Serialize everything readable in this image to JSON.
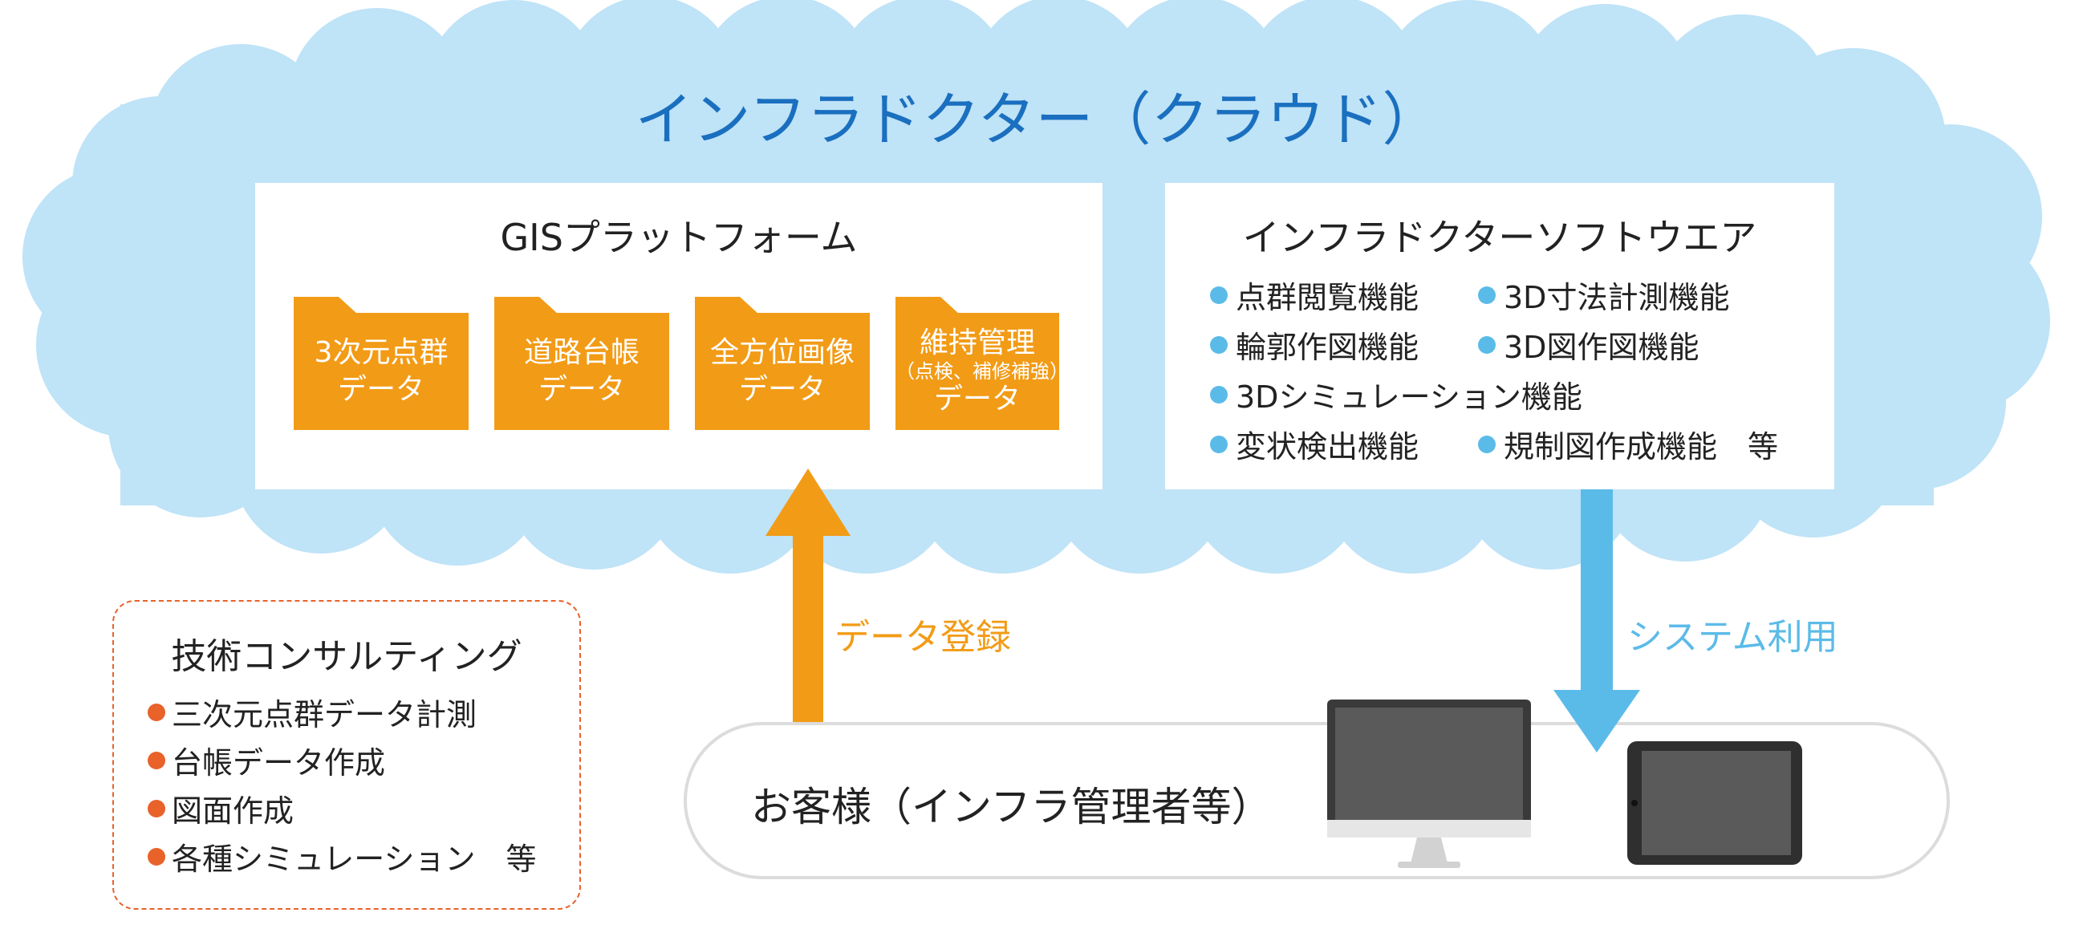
{
  "colors": {
    "cloud": "#bfe3f7",
    "title_blue": "#1a6fbf",
    "folder_orange": "#f29b16",
    "system_blue": "#5bbbe8",
    "consult_orange": "#e8622a",
    "monitor_dark": "#3a3a3a",
    "screen_gray": "#5a5a5a"
  },
  "cloud": {
    "title": "インフラドクター（クラウド）"
  },
  "gis": {
    "title": "GISプラットフォーム",
    "folders": [
      {
        "line1": "3次元点群",
        "line2": "データ"
      },
      {
        "line1": "道路台帳",
        "line2": "データ"
      },
      {
        "line1": "全方位画像",
        "line2": "データ"
      },
      {
        "line1": "維持管理",
        "sub": "（点検、補修補強）",
        "line2": "データ"
      }
    ]
  },
  "software": {
    "title": "インフラドクターソフトウエア",
    "features": [
      "点群閲覧機能",
      "3D寸法計測機能",
      "輪郭作図機能",
      "3D図作図機能",
      "3Dシミュレーション機能",
      "変状検出機能",
      "規制図作成機能　等"
    ]
  },
  "arrows": {
    "data_registration": "データ登録",
    "system_use": "システム利用"
  },
  "consulting": {
    "title": "技術コンサルティング",
    "items": [
      "三次元点群データ計測",
      "台帳データ作成",
      "図面作成",
      "各種シミュレーション　等"
    ]
  },
  "customer": {
    "label": "お客様（インフラ管理者等）"
  },
  "icons": [
    "desktop-monitor-icon",
    "tablet-icon",
    "bullet-dot-icon"
  ]
}
